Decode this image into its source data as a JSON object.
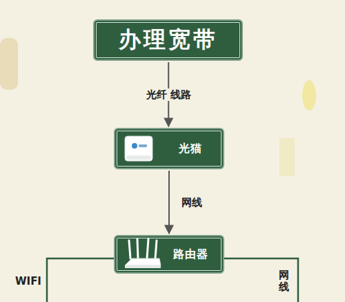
{
  "diagram": {
    "nodes": [
      {
        "text": [
          "办理宽带"
        ]
      },
      {
        "text": [
          "光猫"
        ]
      },
      {
        "text": [
          "路由器"
        ]
      }
    ],
    "edges": [
      {
        "from": 0,
        "to": 1,
        "label": "光纤 线路",
        "arrow": "to"
      },
      {
        "from": 1,
        "to": 2,
        "label": "网线",
        "arrow": "to"
      }
    ],
    "labels": [
      "WIFI",
      "网线"
    ]
  }
}
